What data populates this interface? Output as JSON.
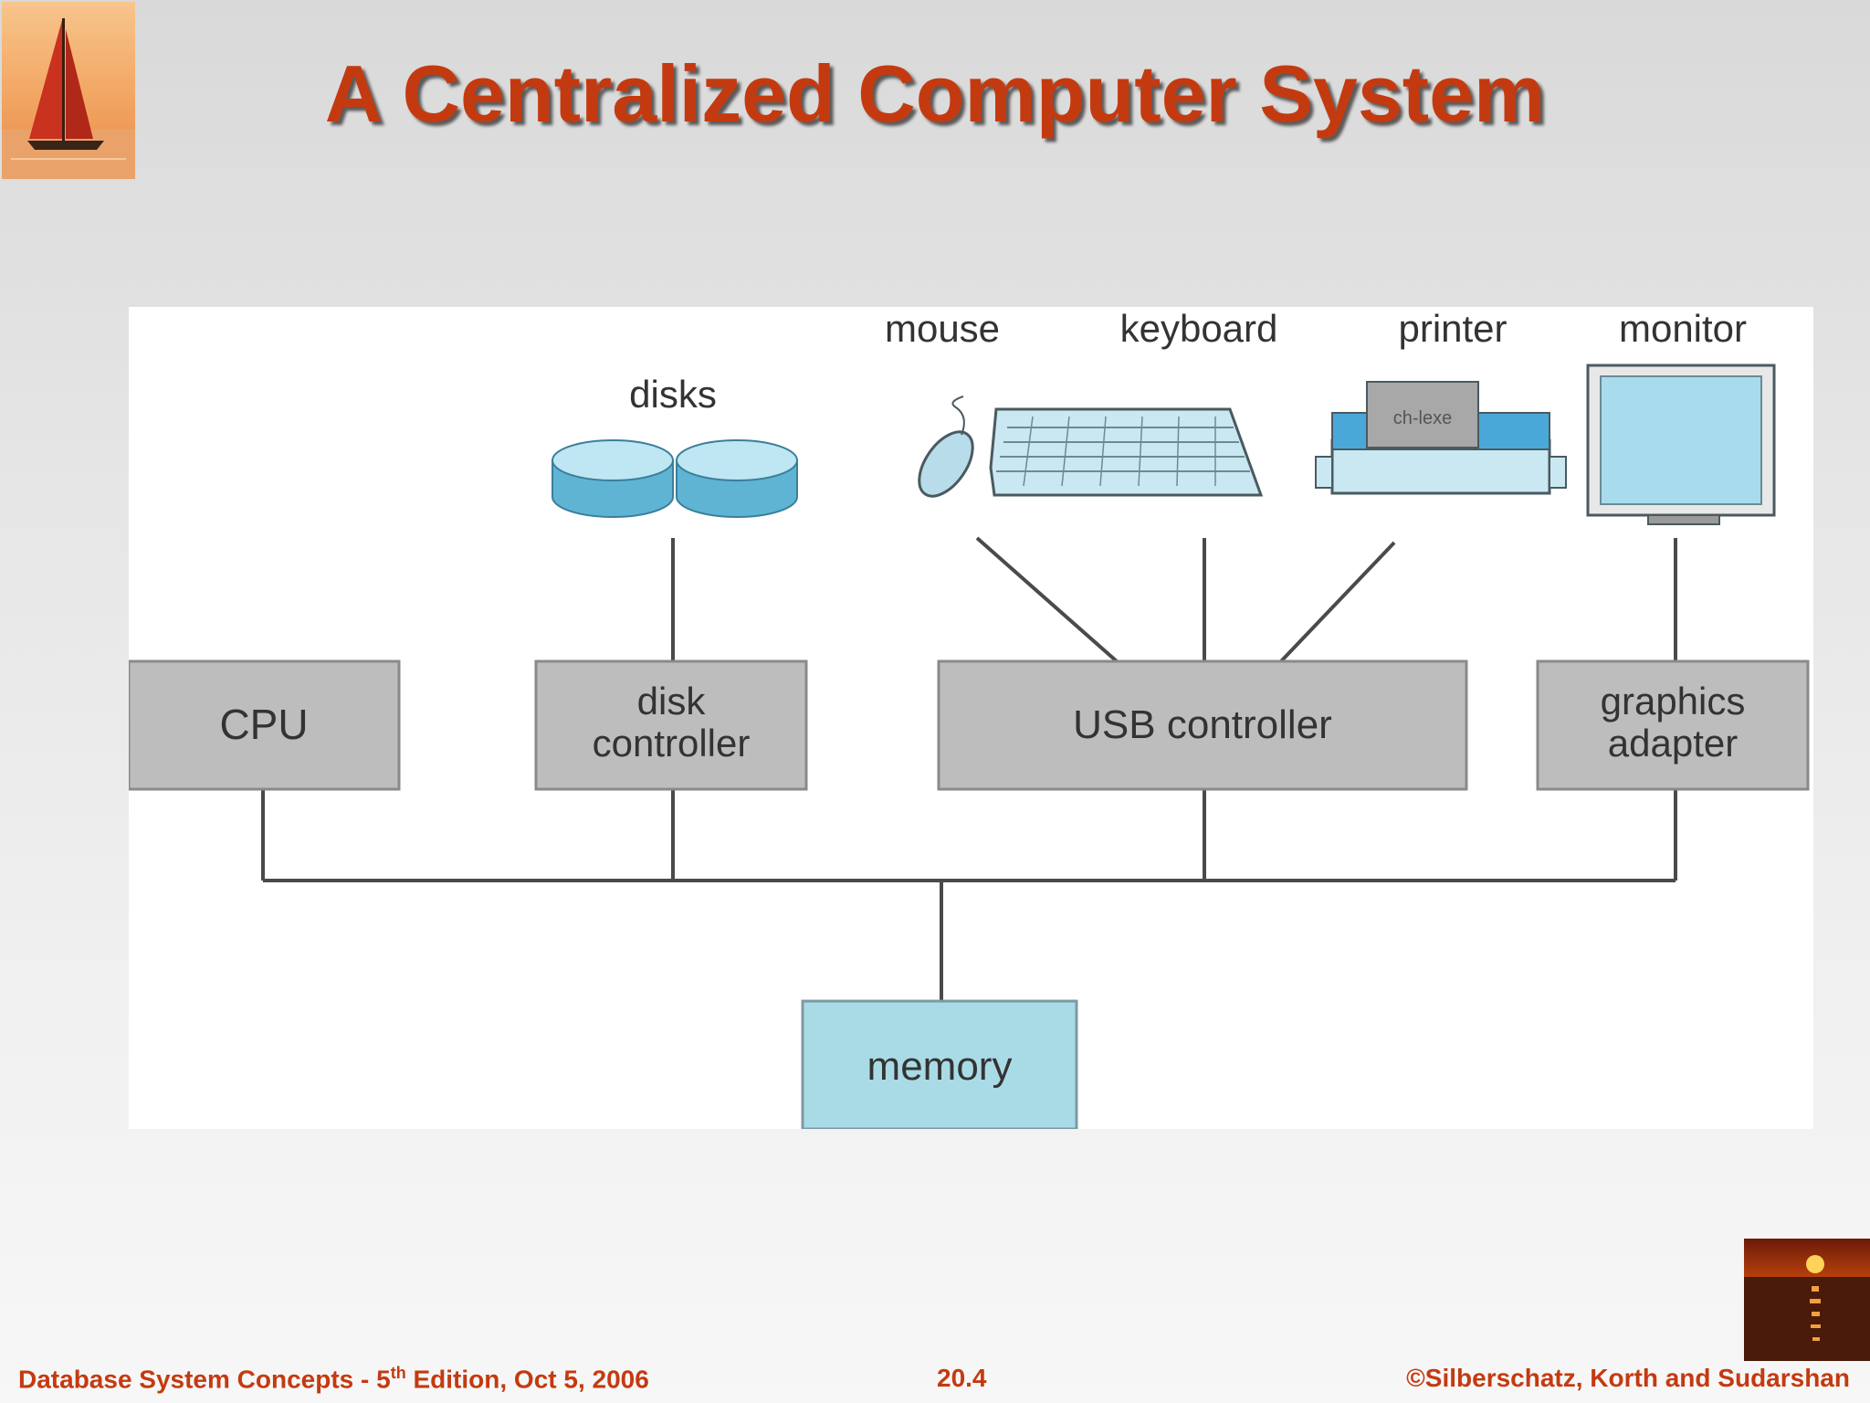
{
  "slide": {
    "title": "A Centralized Computer System"
  },
  "diagram": {
    "devices": {
      "mouse": "mouse",
      "keyboard": "keyboard",
      "printer": "printer",
      "monitor": "monitor",
      "disks": "disks"
    },
    "components": {
      "cpu": "CPU",
      "disk_controller_line1": "disk",
      "disk_controller_line2": "controller",
      "usb_controller": "USB controller",
      "graphics_adapter_line1": "graphics",
      "graphics_adapter_line2": "adapter",
      "memory": "memory"
    },
    "printer_paper_text": "ch-lexe"
  },
  "footer": {
    "left_prefix": "Database System Concepts - 5",
    "left_sup": "th",
    "left_suffix": " Edition, Oct 5, 2006",
    "center": "20.4",
    "right": "©Silberschatz, Korth and Sudarshan"
  },
  "colors": {
    "title": "#c43a10",
    "footer_text": "#c43a10",
    "component_box": "#bdbdbd",
    "memory_box": "#a9dbe6",
    "device_blue": "#a8dcec"
  }
}
